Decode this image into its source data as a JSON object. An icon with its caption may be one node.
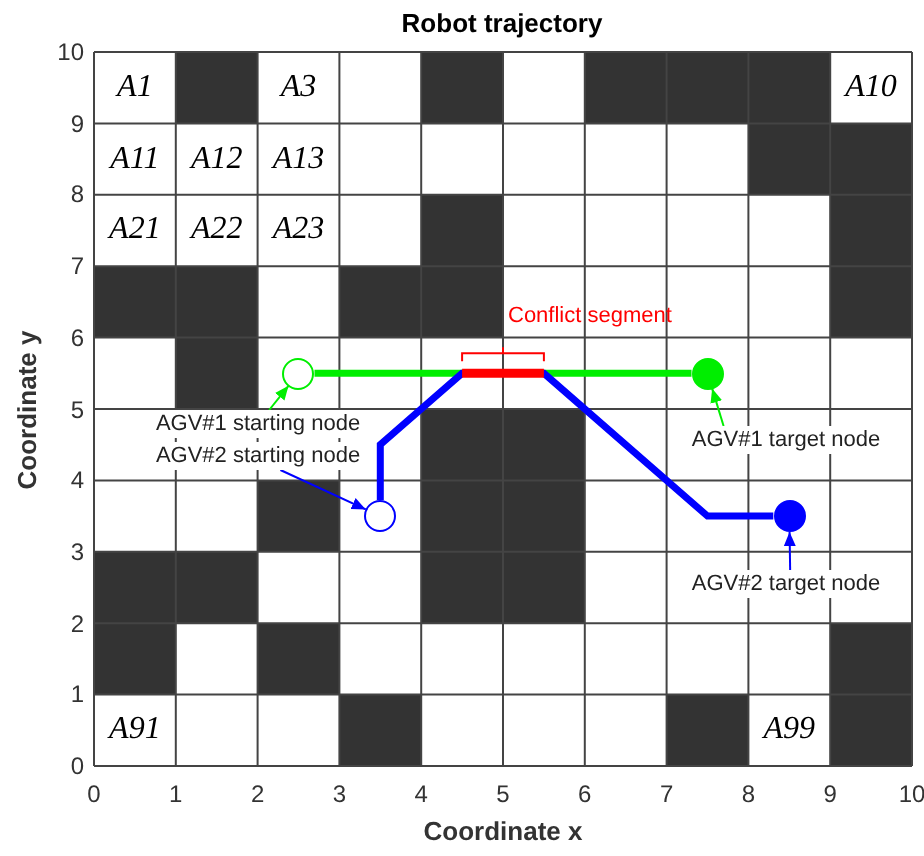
{
  "diagram": {
    "title": "Robot trajectory",
    "nodes": [
      {
        "text": [],
        "shape": "circle"
      },
      {
        "text": [],
        "shape": "circle"
      },
      {
        "text": [],
        "shape": "circle"
      },
      {
        "text": [],
        "shape": "circle"
      },
      {
        "text": [
          "AGV#1 starting node"
        ]
      },
      {
        "text": [
          "AGV#2 starting node"
        ]
      },
      {
        "text": [
          "AGV#1 target node"
        ]
      },
      {
        "text": [
          "AGV#2 target node"
        ]
      }
    ],
    "edges": [
      {
        "from": 0,
        "to": 1,
        "arrow": "none",
        "style": "thick",
        "color": "#00ee00"
      },
      {
        "from": 2,
        "to": 3,
        "arrow": "none",
        "style": "thick",
        "color": "#0000ff"
      },
      {
        "from": 4,
        "to": 0,
        "arrow": "to",
        "color": "#00ee00"
      },
      {
        "from": 5,
        "to": 2,
        "arrow": "to",
        "color": "#0000ff"
      },
      {
        "from": 6,
        "to": 1,
        "arrow": "to",
        "color": "#00ee00"
      },
      {
        "from": 7,
        "to": 3,
        "arrow": "to",
        "color": "#0000ff"
      }
    ],
    "labels": [
      "A1",
      "A3",
      "A10",
      "A11",
      "A12",
      "A13",
      "A21",
      "A22",
      "A23",
      "Conflict segment",
      "A91",
      "A99",
      "10",
      "9",
      "8",
      "7",
      "6",
      "5",
      "4",
      "3",
      "2",
      "1",
      "0",
      "Coordinate y",
      "0",
      "1",
      "2",
      "3",
      "4",
      "5",
      "6",
      "7",
      "8",
      "9",
      "10",
      "Coordinate x"
    ]
  }
}
